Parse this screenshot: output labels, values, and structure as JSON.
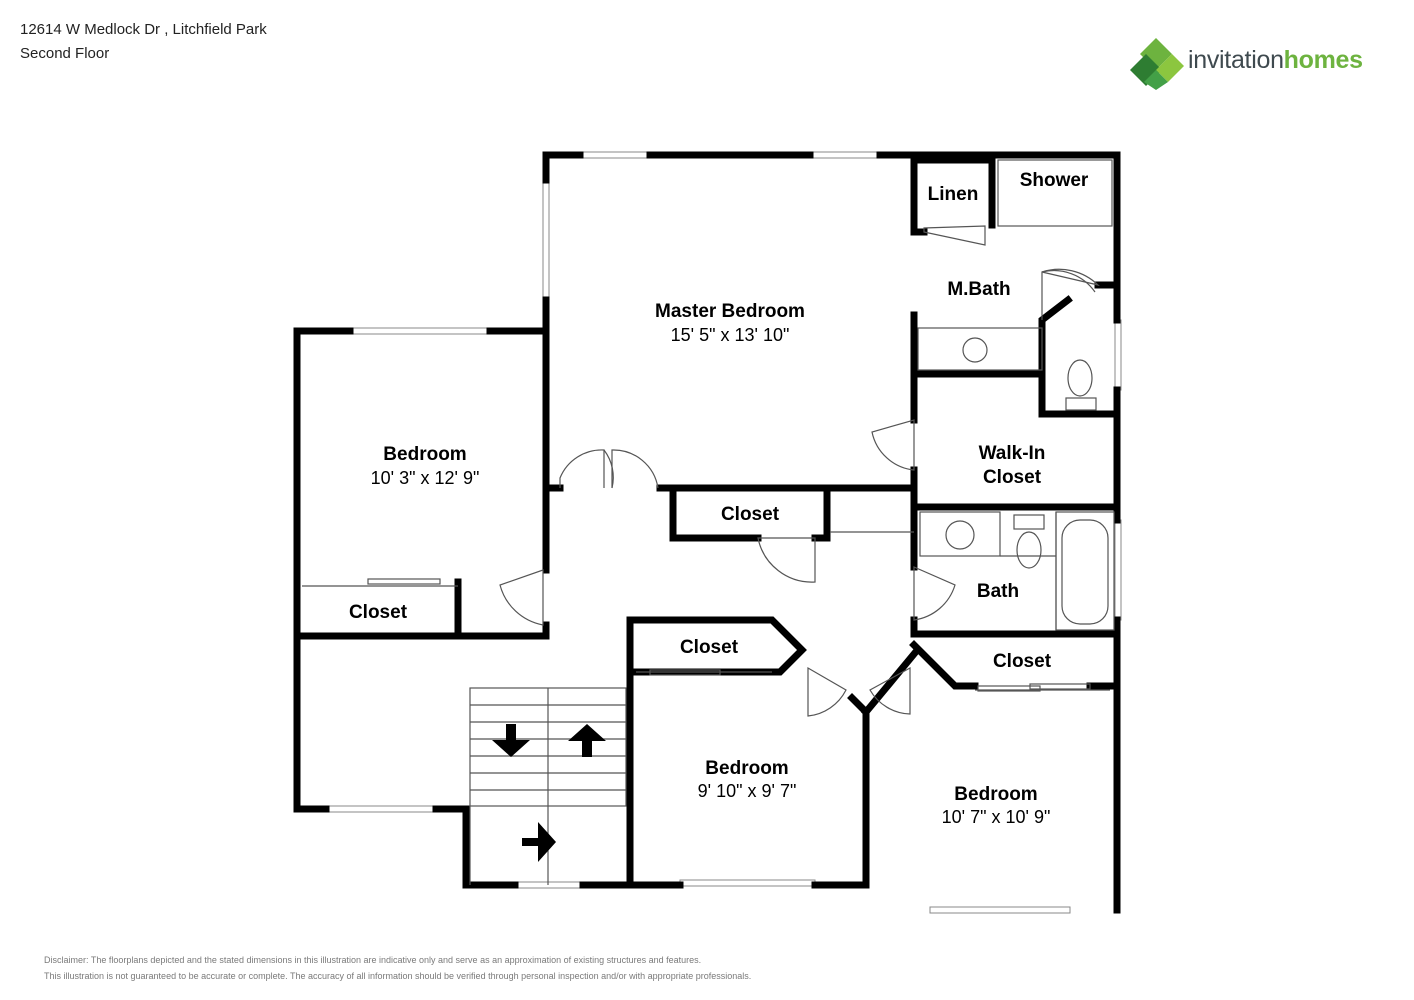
{
  "header": {
    "address": "12614 W Medlock Dr , Litchfield Park",
    "floor": "Second Floor"
  },
  "brand": {
    "word1": "invitation",
    "word2": "homes",
    "colors": {
      "dark": "#3f4a4f",
      "green": "#6db33f",
      "green_dark": "#2e7d32"
    }
  },
  "rooms": {
    "master_bedroom": {
      "name": "Master Bedroom",
      "dims": "15' 5\" x 13' 10\""
    },
    "bedroom_left": {
      "name": "Bedroom",
      "dims": "10' 3\" x 12' 9\""
    },
    "bedroom_mid": {
      "name": "Bedroom",
      "dims": "9' 10\" x 9' 7\""
    },
    "bedroom_right": {
      "name": "Bedroom",
      "dims": "10' 7\" x 10' 9\""
    },
    "linen": "Linen",
    "shower": "Shower",
    "mbath": "M.Bath",
    "walkin_line1": "Walk-In",
    "walkin_line2": "Closet",
    "bath": "Bath",
    "closet_hall": "Closet",
    "closet_left": "Closet",
    "closet_mid": "Closet",
    "closet_right": "Closet"
  },
  "disclaimer": {
    "line1": "Disclaimer: The floorplans depicted and the stated dimensions in this illustration are indicative only and serve as an approximation of existing structures and features.",
    "line2": "This illustration is not guaranteed to be accurate or complete. The accuracy of all information should be verified through personal inspection and/or with appropriate professionals."
  }
}
